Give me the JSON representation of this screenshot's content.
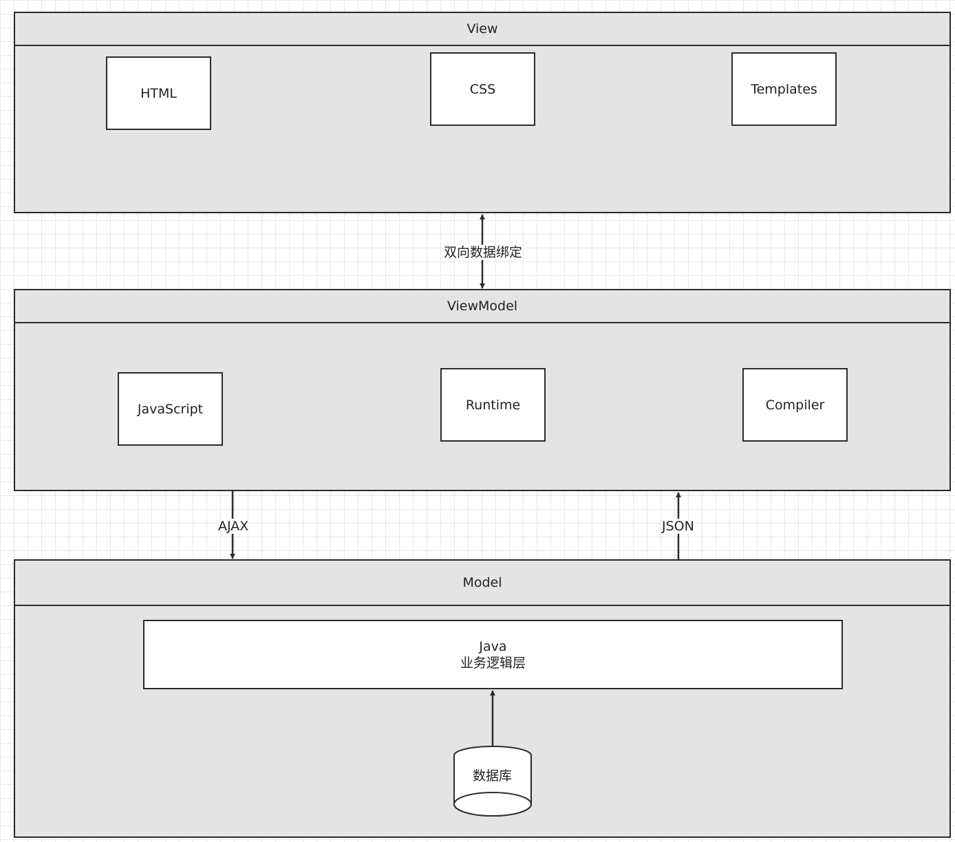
{
  "layers": {
    "view": {
      "title": "View",
      "components": [
        "HTML",
        "CSS",
        "Templates"
      ]
    },
    "viewmodel": {
      "title": "ViewModel",
      "components": [
        "JavaScript",
        "Runtime",
        "Compiler"
      ]
    },
    "model": {
      "title": "Model",
      "service_title": "Java",
      "service_subtitle": "业务逻辑层",
      "database": "数据库"
    }
  },
  "connections": {
    "view_viewmodel": "双向数据绑定",
    "viewmodel_to_model": "AJAX",
    "model_to_viewmodel": "JSON"
  }
}
